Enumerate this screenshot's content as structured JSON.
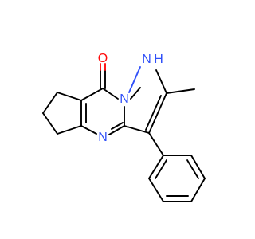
{
  "molecule": {
    "atoms": {
      "oxygen": "O",
      "nh": "N",
      "nh_h": "H",
      "n_bridge": "N",
      "n_imine": "N"
    },
    "colors": {
      "bond": "#000000",
      "oxygen": "#ff0d0d",
      "nitrogen": "#3050f8"
    }
  }
}
